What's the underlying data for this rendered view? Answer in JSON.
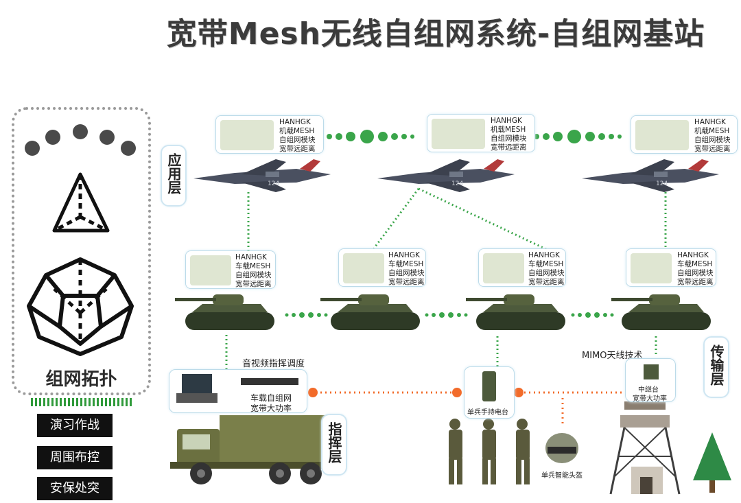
{
  "title": "宽带Mesh无线自组网系统-自组网基站",
  "legend": {
    "caption": "组网拓扑"
  },
  "scenarios": [
    "演习作战",
    "周围布控",
    "安保处突"
  ],
  "layers": {
    "application": "应用层",
    "transmission": "传输层",
    "command": "指挥层"
  },
  "airborne_modules": [
    {
      "brand": "HANHGK",
      "line1": "机载MESH",
      "line2": "自组网模块",
      "line3": "宽带远距离"
    },
    {
      "brand": "HANHGK",
      "line1": "机载MESH",
      "line2": "自组网模块",
      "line3": "宽带远距离"
    },
    {
      "brand": "HANHGK",
      "line1": "机载MESH",
      "line2": "自组网模块",
      "line3": "宽带远距离"
    }
  ],
  "vehicle_modules": [
    {
      "brand": "HANHGK",
      "line1": "车载MESH",
      "line2": "自组网模块",
      "line3": "宽带远距离"
    },
    {
      "brand": "HANHGK",
      "line1": "车载MESH",
      "line2": "自组网模块",
      "line3": "宽带远距离"
    },
    {
      "brand": "HANHGK",
      "line1": "车载MESH",
      "line2": "自组网模块",
      "line3": "宽带远距离"
    },
    {
      "brand": "HANHGK",
      "line1": "车载MESH",
      "line2": "自组网模块",
      "line3": "宽带远距离"
    }
  ],
  "command": {
    "av_label": "音视频指挥调度",
    "vehicle_line1": "车载自组网",
    "vehicle_line2": "宽带大功率"
  },
  "handheld": {
    "label": "单兵手持电台"
  },
  "helmet": {
    "label": "单兵智能头盔"
  },
  "relay": {
    "mimo_label": "MIMO天线技术",
    "line1": "中继台",
    "line2": "宽带大功率"
  },
  "jet_tail_number": "124",
  "colors": {
    "green_link": "#3aa54a",
    "orange_link": "#f26b2a",
    "army_green": "#56623e",
    "jet_gray": "#4a5060"
  }
}
